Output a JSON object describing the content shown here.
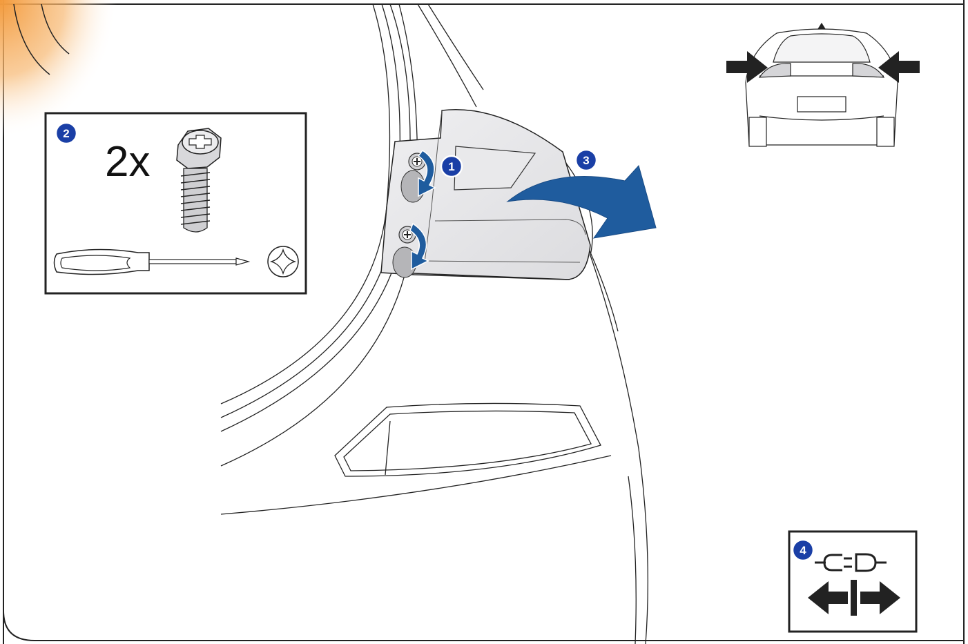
{
  "steps": [
    {
      "number": "1",
      "action": "unscrew"
    },
    {
      "number": "2",
      "action": "screws-and-tool"
    },
    {
      "number": "3",
      "action": "pull-out-lamp"
    },
    {
      "number": "4",
      "action": "disconnect-plug"
    }
  ],
  "screw_panel": {
    "quantity": "2x",
    "icons": [
      "screw-icon",
      "phillips-screwdriver-icon",
      "torx-bit-icon"
    ]
  },
  "connector_panel": {
    "icons": [
      "connector-plug-icon",
      "disconnect-arrows-icon"
    ]
  },
  "car_thumbnail": {
    "view": "rear",
    "icons": [
      "left-pointer-arrow-icon",
      "right-pointer-arrow-icon"
    ]
  },
  "colors": {
    "badge_blue": "#1a3fa6",
    "arrow_blue": "#1f5c9e",
    "corner_orange": "#f39a3b",
    "lamp_gray": "#e6e6e8",
    "line": "#222222"
  }
}
